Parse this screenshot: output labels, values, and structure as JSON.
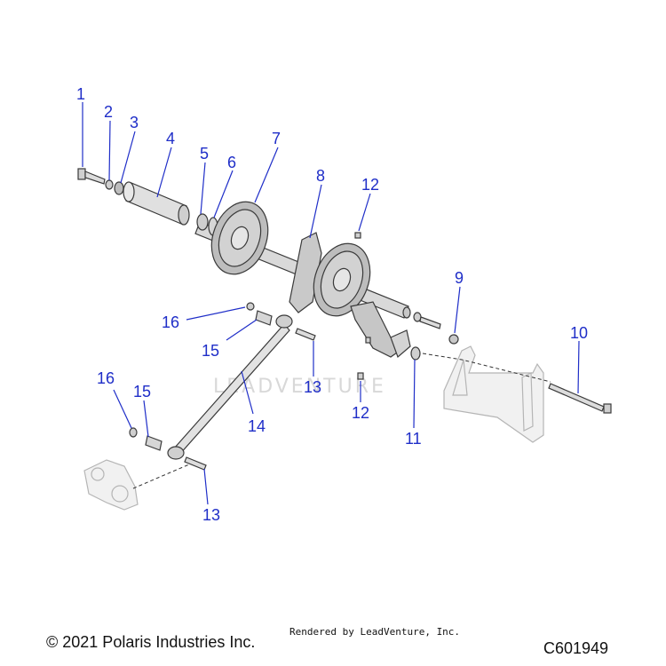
{
  "diagram": {
    "watermark": "LEADVENTURE",
    "callouts": [
      {
        "id": "c1",
        "label": "1"
      },
      {
        "id": "c2",
        "label": "2"
      },
      {
        "id": "c3",
        "label": "3"
      },
      {
        "id": "c4",
        "label": "4"
      },
      {
        "id": "c5",
        "label": "5"
      },
      {
        "id": "c6",
        "label": "6"
      },
      {
        "id": "c7",
        "label": "7"
      },
      {
        "id": "c8",
        "label": "8"
      },
      {
        "id": "c9",
        "label": "9"
      },
      {
        "id": "c10",
        "label": "10"
      },
      {
        "id": "c11",
        "label": "11"
      },
      {
        "id": "c12a",
        "label": "12"
      },
      {
        "id": "c12b",
        "label": "12"
      },
      {
        "id": "c13a",
        "label": "13"
      },
      {
        "id": "c13b",
        "label": "13"
      },
      {
        "id": "c14",
        "label": "14"
      },
      {
        "id": "c15a",
        "label": "15"
      },
      {
        "id": "c15b",
        "label": "15"
      },
      {
        "id": "c16a",
        "label": "16"
      },
      {
        "id": "c16b",
        "label": "16"
      }
    ]
  },
  "footer": {
    "copyright": "© 2021 Polaris Industries Inc.",
    "rendered_by": "Rendered by LeadVenture, Inc.",
    "diagram_code": "C601949"
  }
}
